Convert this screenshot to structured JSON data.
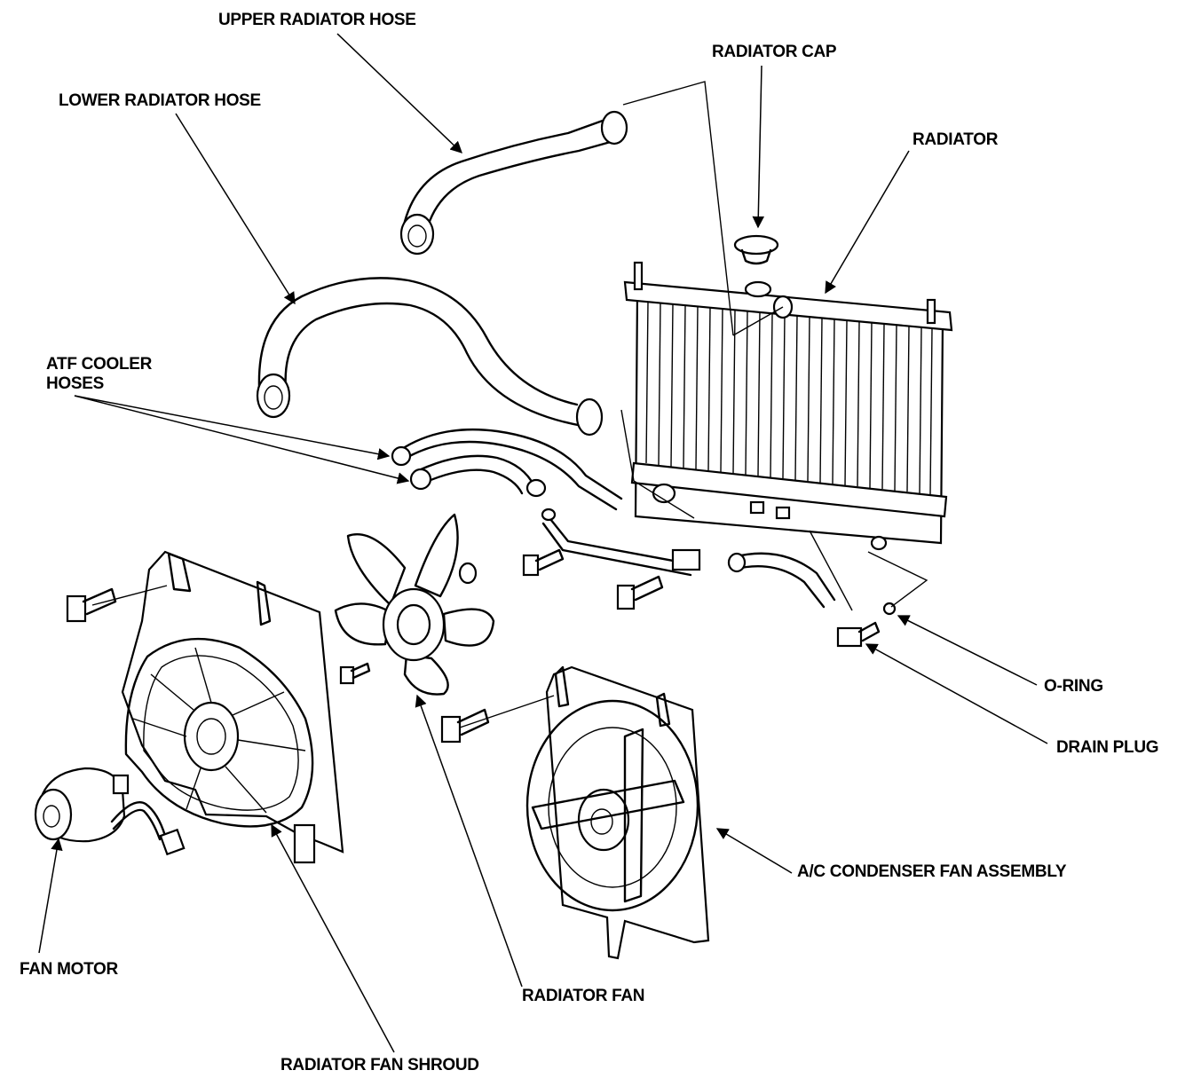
{
  "labels": {
    "upper_radiator_hose": "UPPER RADIATOR HOSE",
    "radiator_cap": "RADIATOR CAP",
    "lower_radiator_hose": "LOWER RADIATOR HOSE",
    "radiator": "RADIATOR",
    "atf_cooler_hoses_line1": "ATF COOLER",
    "atf_cooler_hoses_line2": "HOSES",
    "o_ring": "O-RING",
    "drain_plug": "DRAIN PLUG",
    "ac_condenser_fan_assembly": "A/C CONDENSER FAN ASSEMBLY",
    "fan_motor": "FAN MOTOR",
    "radiator_fan": "RADIATOR FAN",
    "radiator_fan_shroud": "RADIATOR FAN SHROUD"
  }
}
